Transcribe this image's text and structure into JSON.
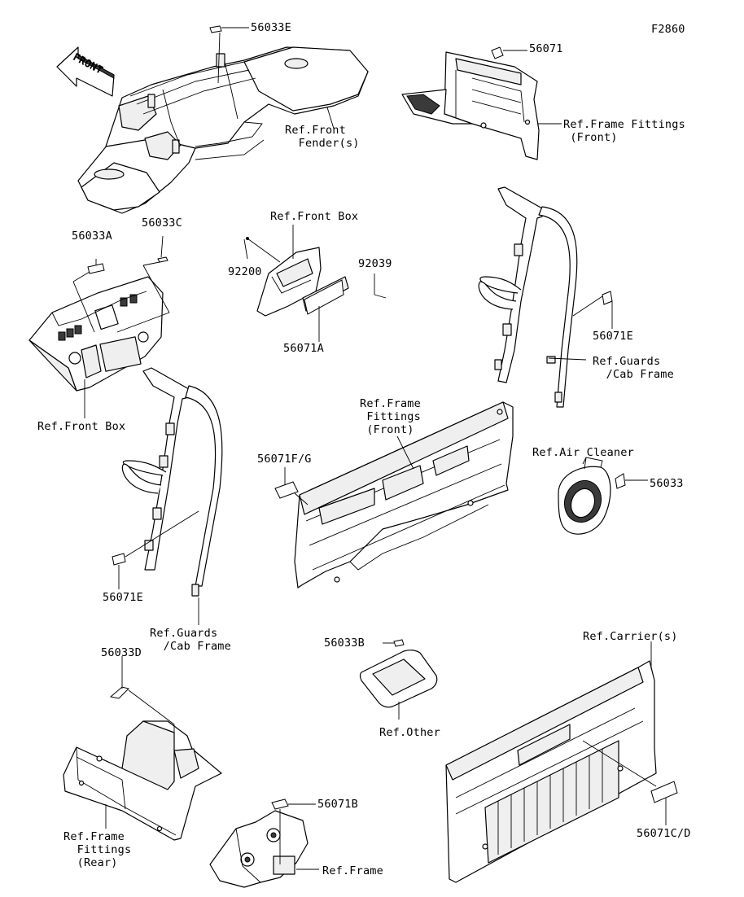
{
  "figure_id": "F2860",
  "direction_arrow": "FRONT",
  "labels": {
    "p56033E": "56033E",
    "p56071": "56071",
    "ref_front_fender": "Ref.Front\n  Fender(s)",
    "ref_frame_fittings_front_top": "Ref.Frame Fittings\n (Front)",
    "p56033A": "56033A",
    "p56033C": "56033C",
    "ref_front_box_top": "Ref.Front Box",
    "p92200": "92200",
    "p92039": "92039",
    "p56071A": "56071A",
    "ref_front_box_left": "Ref.Front Box",
    "p56071E_right": "56071E",
    "ref_guards_cab_right": "Ref.Guards\n  /Cab Frame",
    "ref_frame_fittings_front_mid": "Ref.Frame\n Fittings\n (Front)",
    "ref_air_cleaner": "Ref.Air Cleaner",
    "p56033": "56033",
    "p56071FG": "56071F/G",
    "p56071E_left": "56071E",
    "ref_guards_cab_left": "Ref.Guards\n  /Cab Frame",
    "p56033D": "56033D",
    "p56033B": "56033B",
    "ref_other": "Ref.Other",
    "ref_carriers": "Ref.Carrier(s)",
    "ref_frame_fittings_rear": "Ref.Frame\n  Fittings\n  (Rear)",
    "p56071B": "56071B",
    "ref_frame": "Ref.Frame",
    "p56071CD": "56071C/D"
  }
}
